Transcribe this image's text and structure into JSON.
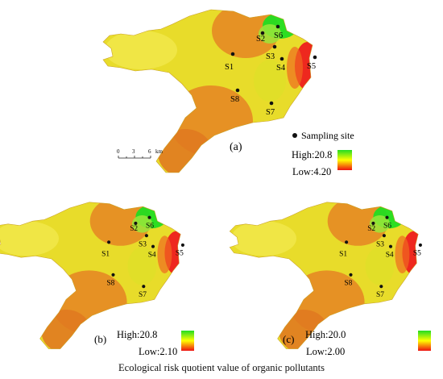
{
  "caption": "Ecological risk quotient value of organic pollutants",
  "legend": {
    "sampling_site_label": "Sampling site"
  },
  "scale_bar": {
    "ticks": [
      "0",
      "3",
      "6"
    ],
    "unit": "km"
  },
  "sites": [
    "S1",
    "S2",
    "S3",
    "S4",
    "S5",
    "S6",
    "S7",
    "S8"
  ],
  "panels": [
    {
      "id": "a",
      "label": "(a)",
      "high": "High:20.8",
      "low": "Low:4.20"
    },
    {
      "id": "b",
      "label": "(b)",
      "high": "High:20.8",
      "low": "Low:2.10"
    },
    {
      "id": "c",
      "label": "(c)",
      "high": "High:20.0",
      "low": "Low:2.00"
    }
  ],
  "colors": {
    "high": "#22dd22",
    "mid": "#ffff00",
    "low": "#ee1111",
    "base": "#e8dc2a",
    "orange": "#e58a24",
    "hotspot": "#ee1d1d",
    "site": "#111111"
  }
}
